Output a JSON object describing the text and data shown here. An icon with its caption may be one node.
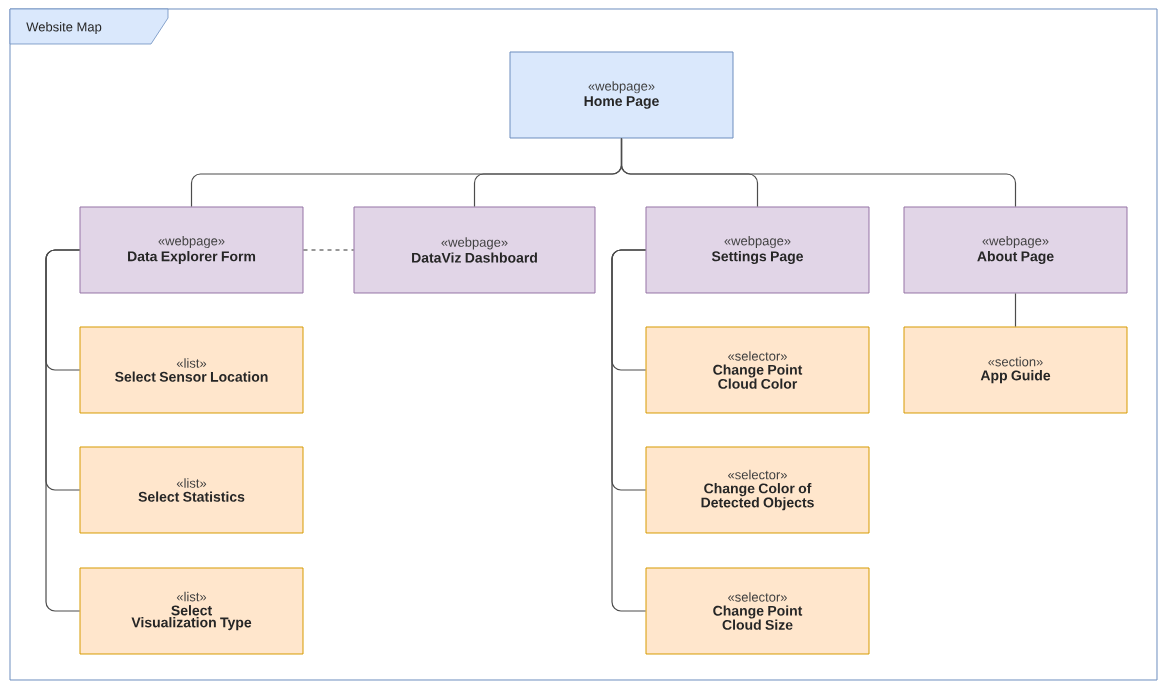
{
  "diagram": {
    "nodes": [
      {
        "text": [
          "Website Map"
        ]
      },
      {
        "text": [
          "«webpage»",
          "Home Page"
        ],
        "in": 0
      },
      {
        "text": [
          "«webpage»",
          "Data Explorer Form"
        ],
        "in": 0
      },
      {
        "text": [
          "«webpage»",
          "DataViz Dashboard"
        ],
        "in": 0
      },
      {
        "text": [
          "«webpage»",
          "Settings Page"
        ],
        "in": 0
      },
      {
        "text": [
          "«webpage»",
          "About Page"
        ],
        "in": 0
      },
      {
        "text": [
          "«list»",
          "Select Sensor Location"
        ],
        "in": 0
      },
      {
        "text": [
          "«list»",
          "Select Statistics"
        ],
        "in": 0
      },
      {
        "text": [
          "«list»",
          "Select Visualization Type"
        ],
        "in": 0
      },
      {
        "text": [
          "«selector»",
          "Change Point Cloud Color"
        ],
        "in": 0
      },
      {
        "text": [
          "«selector»",
          "Change Color of Detected Objects"
        ],
        "in": 0
      },
      {
        "text": [
          "«selector»",
          "Change Point Cloud Size"
        ],
        "in": 0
      },
      {
        "text": [
          "«section»",
          "App Guide"
        ],
        "in": 0
      }
    ],
    "edges": [
      {
        "from": 1,
        "to": 2,
        "arrow": "none"
      },
      {
        "from": 1,
        "to": 3,
        "arrow": "none"
      },
      {
        "from": 1,
        "to": 4,
        "arrow": "none"
      },
      {
        "from": 1,
        "to": 5,
        "arrow": "none"
      },
      {
        "from": 2,
        "to": 3,
        "arrow": "none",
        "style": "dashed"
      },
      {
        "from": 2,
        "to": 6,
        "arrow": "none"
      },
      {
        "from": 2,
        "to": 7,
        "arrow": "none"
      },
      {
        "from": 2,
        "to": 8,
        "arrow": "none"
      },
      {
        "from": 4,
        "to": 9,
        "arrow": "none"
      },
      {
        "from": 4,
        "to": 10,
        "arrow": "none"
      },
      {
        "from": 4,
        "to": 11,
        "arrow": "none"
      },
      {
        "from": 5,
        "to": 12,
        "arrow": "none"
      }
    ]
  }
}
